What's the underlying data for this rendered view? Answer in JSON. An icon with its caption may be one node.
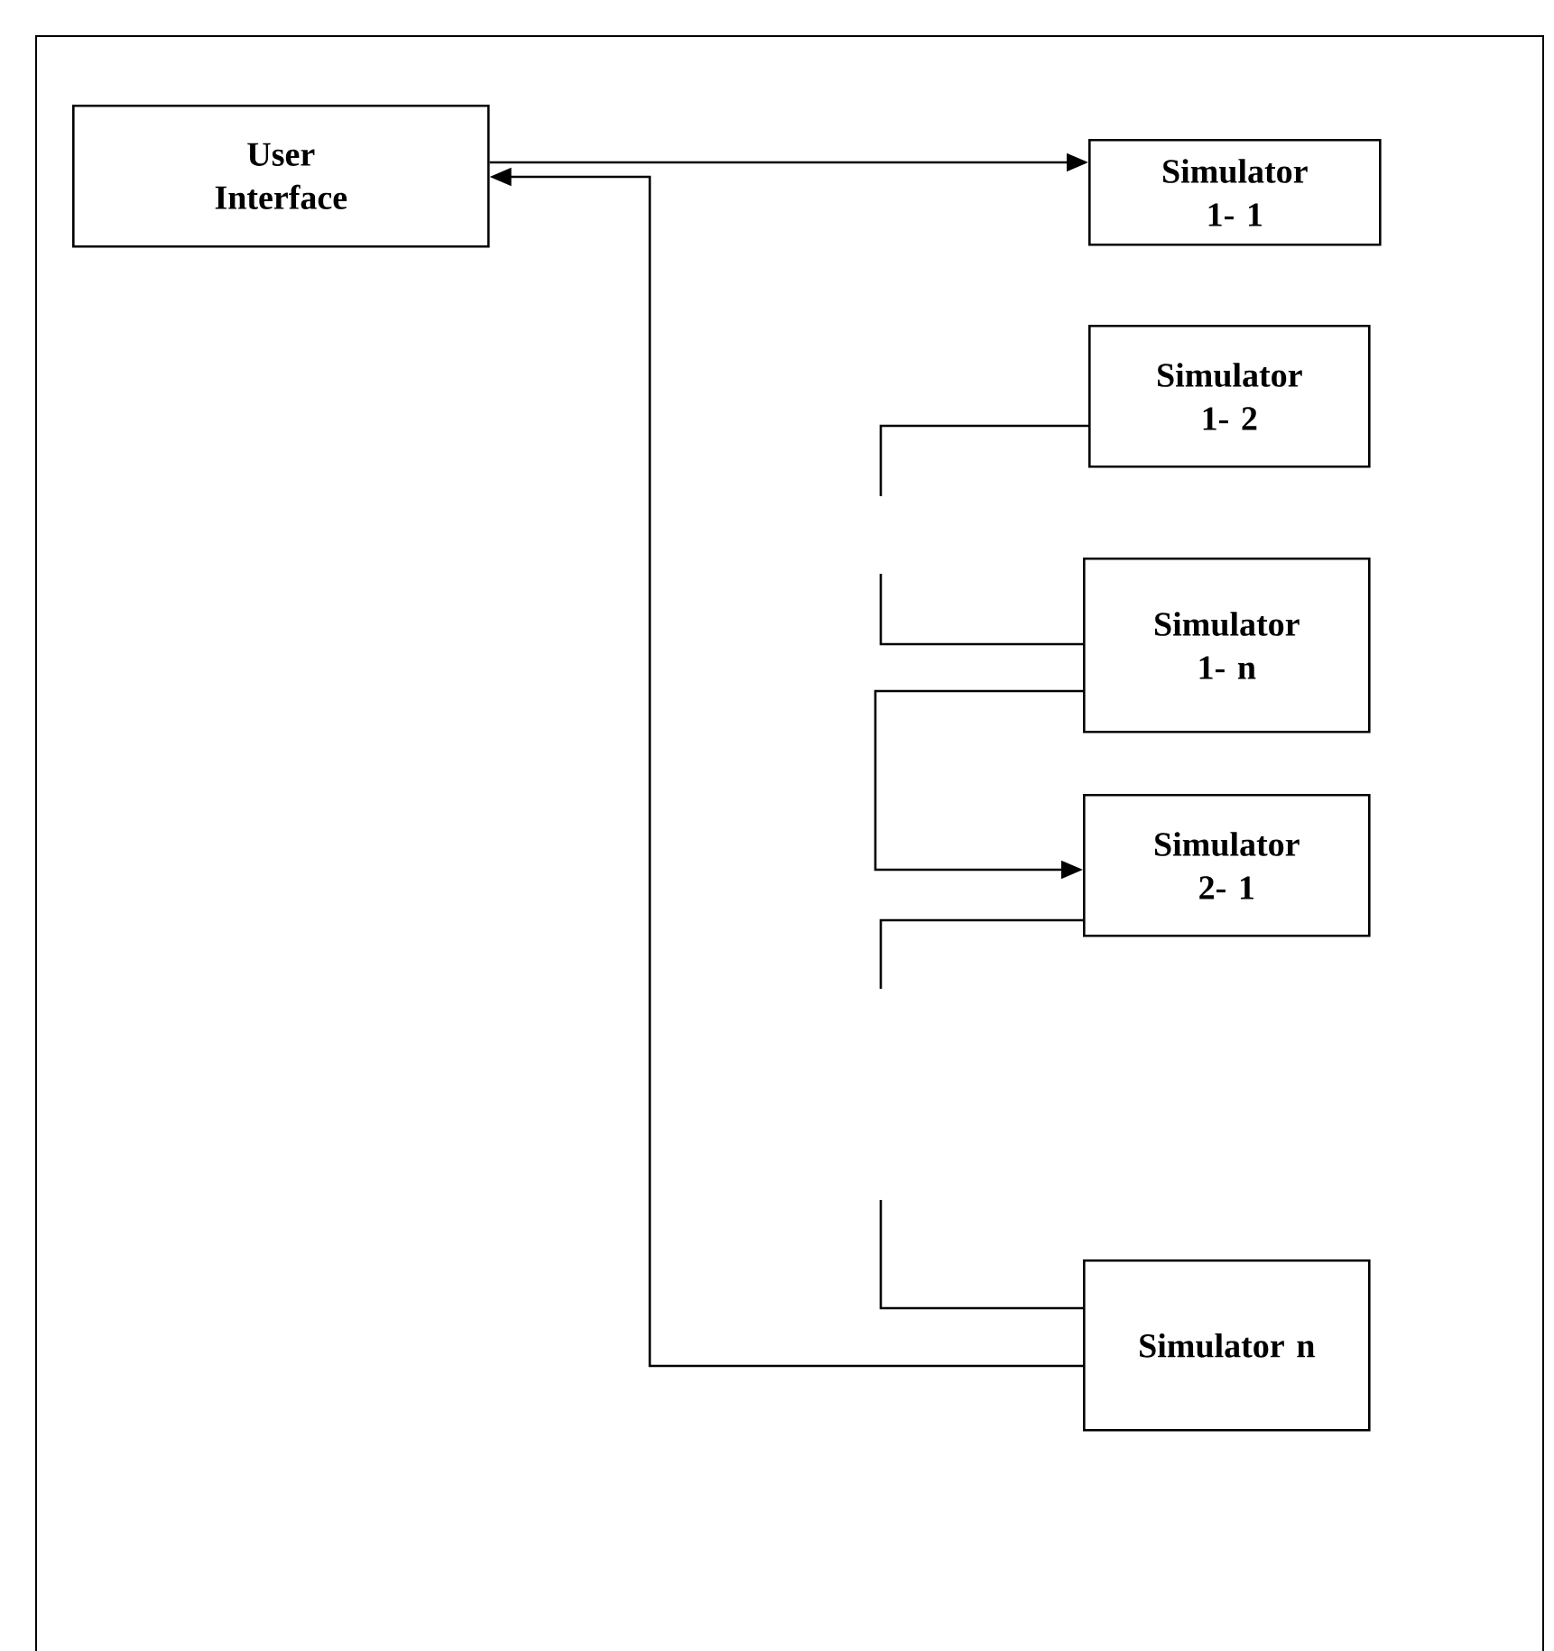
{
  "diagram": {
    "nodes": [
      {
        "text": [
          "User Interface"
        ]
      },
      {
        "text": [
          "Simulator 1- 1"
        ]
      },
      {
        "text": [
          "Simulator 1- 2"
        ]
      },
      {
        "text": [
          "Simulator 1- n"
        ]
      },
      {
        "text": [
          "Simulator 2- 1"
        ]
      },
      {
        "text": [
          "Simulator n"
        ]
      }
    ],
    "edges": [
      {
        "from": 0,
        "to": 1,
        "arrow": "to"
      },
      {
        "from": 5,
        "to": 0,
        "arrow": "to"
      },
      {
        "from": 2,
        "to": 3,
        "arrow": "none",
        "style": "dashed"
      },
      {
        "from": 3,
        "to": 4,
        "arrow": "to"
      },
      {
        "from": 4,
        "to": 5,
        "arrow": "none",
        "style": "dashed"
      }
    ]
  }
}
